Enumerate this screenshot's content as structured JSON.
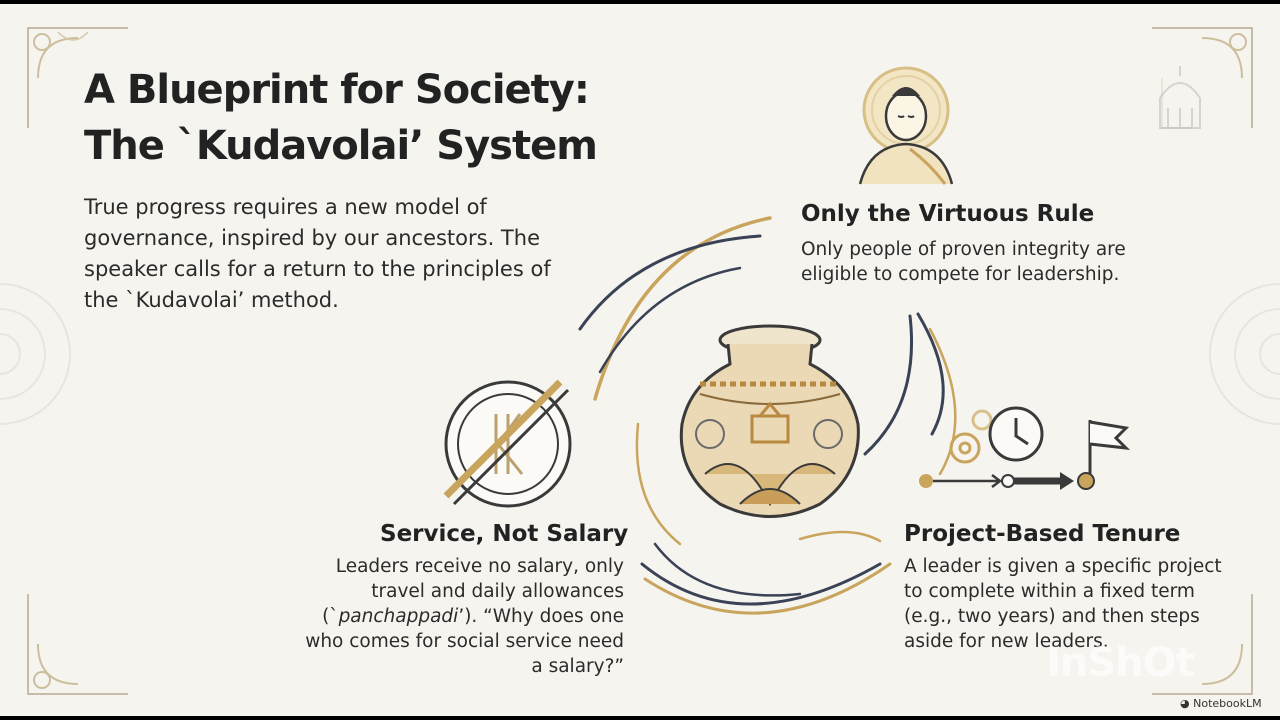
{
  "slide": {
    "title_line1": "A Blueprint for Society:",
    "title_line2": "The `Kudavolai’ System",
    "intro": "True progress requires a new model of governance, inspired by our ancestors. The speaker calls for a return to the principles of the `Kudavolai’ method."
  },
  "sections": {
    "virtuous": {
      "heading": "Only the Virtuous Rule",
      "body": "Only people of proven integrity are eligible to compete for leadership."
    },
    "service": {
      "heading": "Service, Not Salary",
      "body_before": "Leaders receive no salary, only travel and daily allowances (`",
      "body_italic": "panchappadi",
      "body_after": "’). “Why does one who comes for social service need a salary?”"
    },
    "project": {
      "heading": "Project-Based Tenure",
      "body": "A leader is given a specific project to complete within a fixed term (e.g., two years) and then steps aside for new leaders."
    }
  },
  "watermark": "InShOt",
  "badge": "NotebookLM",
  "colors": {
    "background": "#f6f4ef",
    "gold": "#c9a45c",
    "navy": "#3a4256",
    "text": "#2b2b2b"
  }
}
